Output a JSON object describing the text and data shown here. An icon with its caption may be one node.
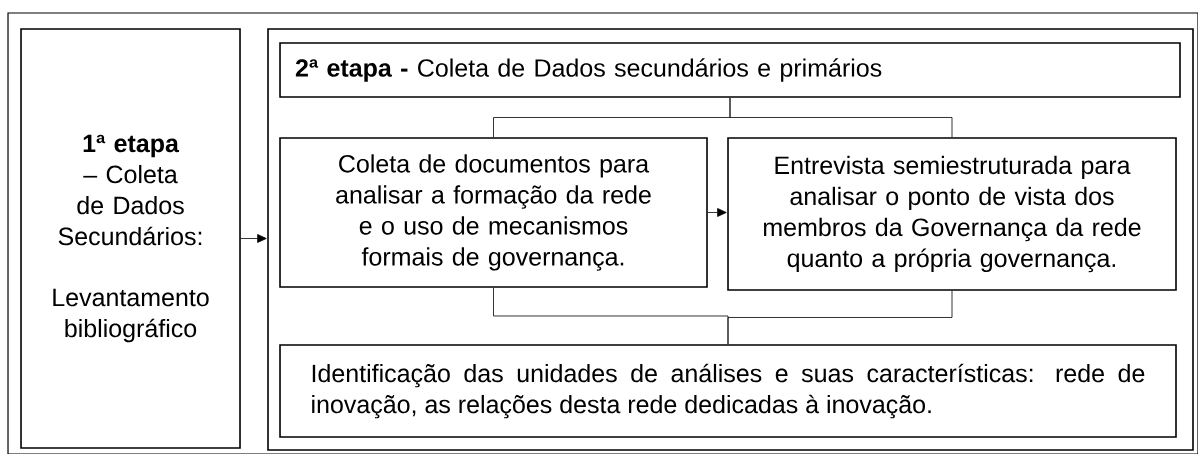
{
  "diagram": {
    "nodes": [
      {
        "text": [
          "**1ª etapa** – Coleta de Dados Secundários:",
          "Levantamento bibliográfico"
        ]
      },
      {
        "text": [],
        "shape": "box"
      },
      {
        "text": [
          "**2ª etapa -** Coleta de Dados secundários e primários"
        ],
        "in": 1
      },
      {
        "text": [
          "Coleta de documentos para analisar a formação da rede e o uso de mecanismos formais de governança."
        ],
        "in": 1
      },
      {
        "text": [
          "Entrevista semiestruturada para analisar o ponto de vista dos membros da Governança da rede quanto a própria governança."
        ],
        "in": 1
      },
      {
        "text": [
          "Identificação das unidades de análises e suas características: rede de inovação, as relações desta rede dedicadas à inovação."
        ],
        "in": 1
      }
    ],
    "edges": [
      {
        "from": 0,
        "to": 1,
        "arrow": "to"
      },
      {
        "from": 2,
        "to": 3,
        "arrow": "none"
      },
      {
        "from": 2,
        "to": 4,
        "arrow": "none"
      },
      {
        "from": 3,
        "to": 4,
        "arrow": "to"
      },
      {
        "from": 3,
        "to": 5,
        "arrow": "none"
      },
      {
        "from": 4,
        "to": 5,
        "arrow": "none"
      }
    ]
  }
}
